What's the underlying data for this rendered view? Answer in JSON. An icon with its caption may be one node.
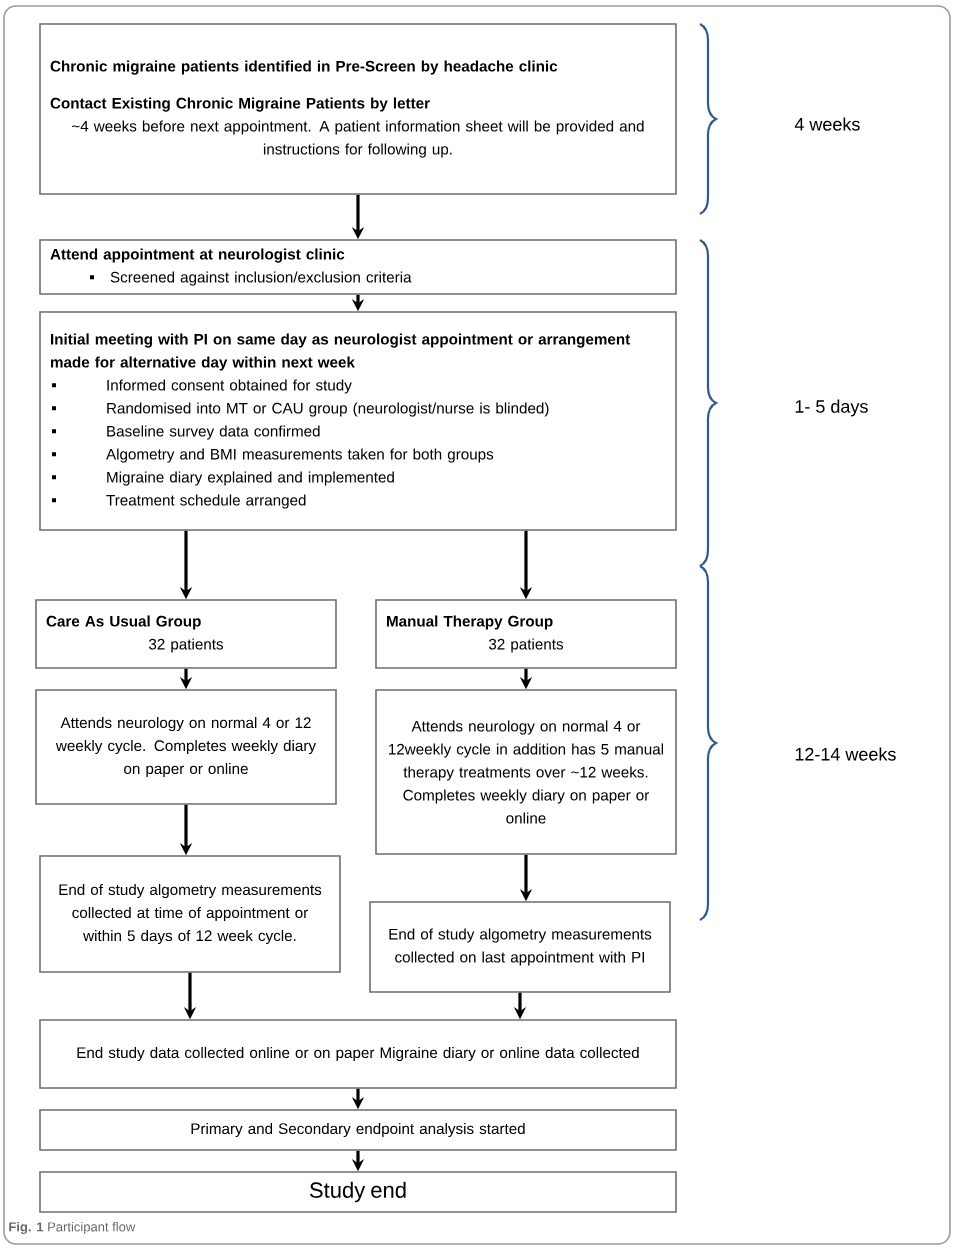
{
  "diagram": {
    "caption": "**Fig. 1** Participant flow",
    "nodes": [
      {
        "text": [
          "Chronic migraine patients identified in Pre-Screen by headache clinic",
          "Contact Existing Chronic Migraine Patients by letter",
          "~4 weeks before next appointment. A patient information sheet will be provided and instructions for following up."
        ]
      },
      {
        "text": [
          "Attend appointment at neurologist clinic",
          "Screened against inclusion/exclusion criteria"
        ]
      },
      {
        "text": [
          "Initial meeting with PI on same day as neurologist appointment or arrangement made for alternative day within next week",
          "Informed consent  obtained for study",
          "Randomised into MT or CAU group (neurologist/nurse is blinded)",
          "Baseline survey data confirmed",
          "Algometry and BMI measurements taken for both groups",
          "Migraine diary explained and implemented",
          "Treatment schedule arranged"
        ]
      },
      {
        "text": [
          "Care As Usual Group",
          "32 patients"
        ]
      },
      {
        "text": [
          "Manual Therapy Group",
          "32 patients"
        ]
      },
      {
        "text": [
          "Attends neurology on normal 4 or 12 weekly cycle. Completes weekly diary on paper or online"
        ]
      },
      {
        "text": [
          "Attends neurology on normal 4 or 12weekly cycle in addition has 5 manual therapy treatments over ~12 weeks. Completes weekly diary on paper or online"
        ]
      },
      {
        "text": [
          "End of study algometry measurements collected at time of appointment or within 5 days of 12 week cycle."
        ]
      },
      {
        "text": [
          "End of study algometry measurements collected on last appointment with PI"
        ]
      },
      {
        "text": [
          "End  study data collected online or on paper Migraine diary or online data collected"
        ]
      },
      {
        "text": [
          "Primary and Secondary endpoint analysis started"
        ]
      },
      {
        "text": [
          "Study end"
        ]
      }
    ],
    "edges": [
      {
        "from": 0,
        "to": 1,
        "arrow": "to"
      },
      {
        "from": 1,
        "to": 2,
        "arrow": "to"
      },
      {
        "from": 2,
        "to": 3,
        "arrow": "to"
      },
      {
        "from": 2,
        "to": 4,
        "arrow": "to"
      },
      {
        "from": 3,
        "to": 5,
        "arrow": "to"
      },
      {
        "from": 4,
        "to": 6,
        "arrow": "to"
      },
      {
        "from": 5,
        "to": 7,
        "arrow": "to"
      },
      {
        "from": 6,
        "to": 8,
        "arrow": "to"
      },
      {
        "from": 7,
        "to": 9,
        "arrow": "to"
      },
      {
        "from": 8,
        "to": 9,
        "arrow": "to"
      },
      {
        "from": 9,
        "to": 10,
        "arrow": "to"
      },
      {
        "from": 10,
        "to": 11,
        "arrow": "to"
      }
    ],
    "labels": [
      "4 weeks",
      "1- 5 days",
      "12-14 weeks"
    ]
  }
}
